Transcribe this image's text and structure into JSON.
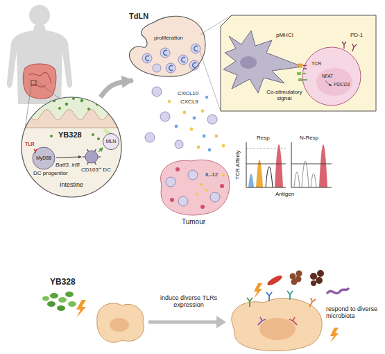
{
  "diagram": {
    "nodes": [
      {
        "text": [
          "Intestine"
        ]
      },
      {
        "text": [
          "MLN"
        ],
        "in": 0
      },
      {
        "text": [
          "TdLN"
        ]
      },
      {
        "text": [
          "Tumour"
        ]
      }
    ],
    "edges": [
      {
        "from": 0,
        "to": 2,
        "arrow": "to"
      }
    ],
    "labels": [
      "YB328",
      "TLR",
      "MyD88",
      "DC progenitor",
      "Batf3, Irf8",
      "CD103⁺ DC",
      "proliferation",
      "pMHCI",
      "PD-1",
      "TCR",
      "NFAT",
      "PDCD1",
      "Co-stimulatory signal",
      "CXCL10",
      "CXCL9",
      "IL-12",
      "TCR Affinity",
      "Resp",
      "N-Resp",
      "Antigen",
      "YB328",
      "induce diverse TLRs expression",
      "respond to diverse microbiota"
    ]
  }
}
